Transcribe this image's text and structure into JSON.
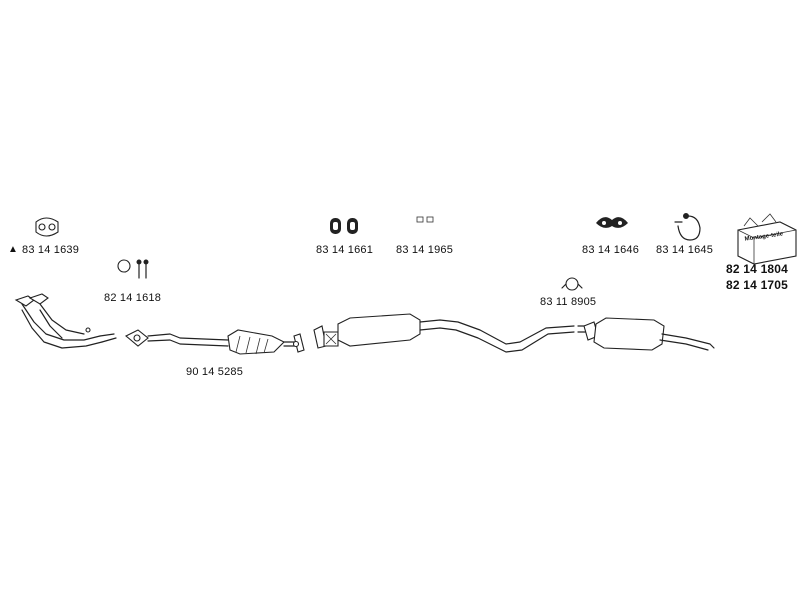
{
  "parts": {
    "gasket_front": "83 14 1639",
    "ring_studs": "82 14 1618",
    "downpipe_catalyst": "90 14 5285",
    "rubber_mounts": "83 14 1661",
    "small_clips": "83 14 1965",
    "strap_mount": "83 14 1646",
    "hanger_bracket": "83 14 1645",
    "mounting_kit_1": "82 14 1804",
    "mounting_kit_2": "82 14 1705",
    "clamp": "83 11 8905"
  },
  "kit_box_text": "Montage-teile",
  "triangle_mark": "▲"
}
